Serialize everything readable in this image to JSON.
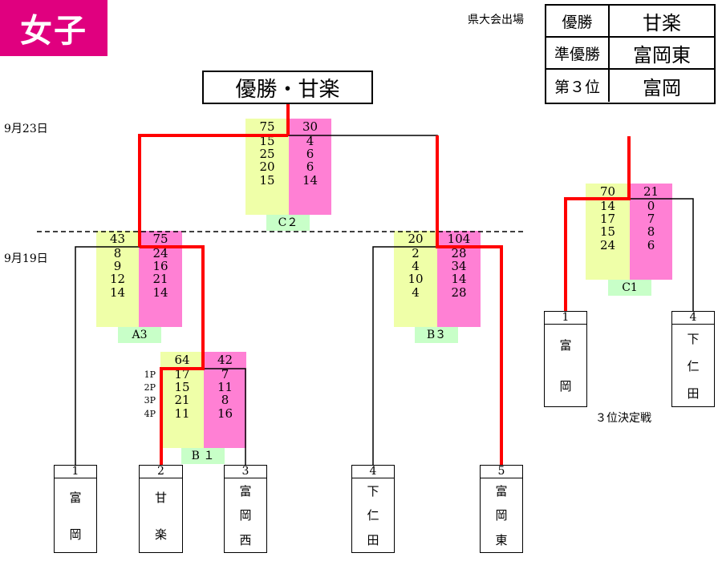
{
  "title": "女子",
  "prefectural": {
    "label": "県大会出場",
    "rows": [
      {
        "label": "優勝",
        "value": "甘楽"
      },
      {
        "label": "準優勝",
        "value": "富岡東"
      },
      {
        "label": "第３位",
        "value": "富岡"
      }
    ]
  },
  "champion": "優勝・甘楽",
  "dates": {
    "final": "9月23日",
    "semis": "9月19日"
  },
  "period_labels": [
    "1P",
    "2P",
    "3P",
    "4P"
  ],
  "matches": {
    "c2": {
      "label": "C２",
      "left": {
        "total": "75",
        "q": [
          "15",
          "25",
          "20",
          "15"
        ]
      },
      "right": {
        "total": "30",
        "q": [
          "4",
          "6",
          "6",
          "14"
        ]
      }
    },
    "a3": {
      "label": "A3",
      "left": {
        "total": "43",
        "q": [
          "8",
          "9",
          "12",
          "14"
        ]
      },
      "right": {
        "total": "75",
        "q": [
          "24",
          "16",
          "21",
          "14"
        ]
      }
    },
    "b3": {
      "label": "B３",
      "left": {
        "total": "20",
        "q": [
          "2",
          "4",
          "10",
          "4"
        ]
      },
      "right": {
        "total": "104",
        "q": [
          "28",
          "34",
          "14",
          "28"
        ]
      }
    },
    "b1": {
      "label": "B １",
      "left": {
        "total": "64",
        "q": [
          "17",
          "15",
          "21",
          "11"
        ]
      },
      "right": {
        "total": "42",
        "q": [
          "7",
          "11",
          "8",
          "16"
        ]
      }
    },
    "c1": {
      "label": "C1",
      "left": {
        "total": "70",
        "q": [
          "14",
          "17",
          "15",
          "24"
        ]
      },
      "right": {
        "total": "21",
        "q": [
          "0",
          "7",
          "8",
          "6"
        ]
      }
    }
  },
  "teams": [
    {
      "num": "1",
      "chars": [
        "富",
        "岡"
      ]
    },
    {
      "num": "2",
      "chars": [
        "甘",
        "楽"
      ]
    },
    {
      "num": "3",
      "chars": [
        "富",
        "岡",
        "西"
      ]
    },
    {
      "num": "4",
      "chars": [
        "下",
        "仁",
        "田"
      ]
    },
    {
      "num": "5",
      "chars": [
        "富",
        "岡",
        "東"
      ]
    }
  ],
  "third_place": {
    "caption": "３位決定戦",
    "teams": [
      {
        "num": "1",
        "chars": [
          "富",
          "岡"
        ]
      },
      {
        "num": "4",
        "chars": [
          "下",
          "仁",
          "田"
        ]
      }
    ]
  },
  "colors": {
    "winner_line": "#ff0000",
    "left_score_bg": "#efffa8",
    "right_score_bg": "#ff80d4",
    "match_label_bg": "#c8ffc8",
    "badge_bg": "#e0007f"
  }
}
